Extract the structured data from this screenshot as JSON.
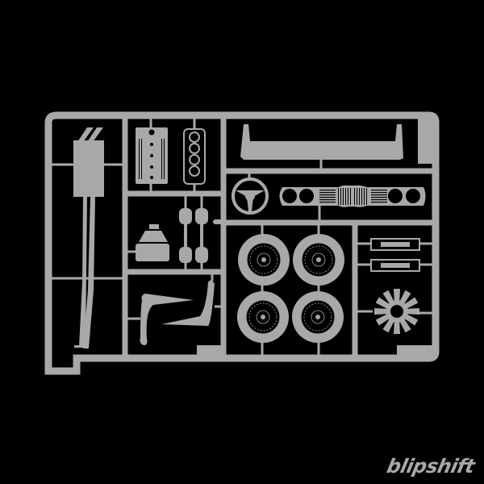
{
  "artwork": {
    "title": "Model kit sprue of car parts",
    "background_color": "#000000",
    "sprue_color": "#a8a8aa",
    "parts": [
      "exhaust-muffler",
      "valve-cover",
      "cylinder-head-gasket",
      "rear-spoiler",
      "steering-wheel",
      "front-grille-headlights",
      "differential",
      "drive-shafts",
      "wheels",
      "tail-lights",
      "control-arms",
      "turbo-fan"
    ],
    "wheel_count": 4
  },
  "brand": {
    "logo_text": "blipshift"
  }
}
